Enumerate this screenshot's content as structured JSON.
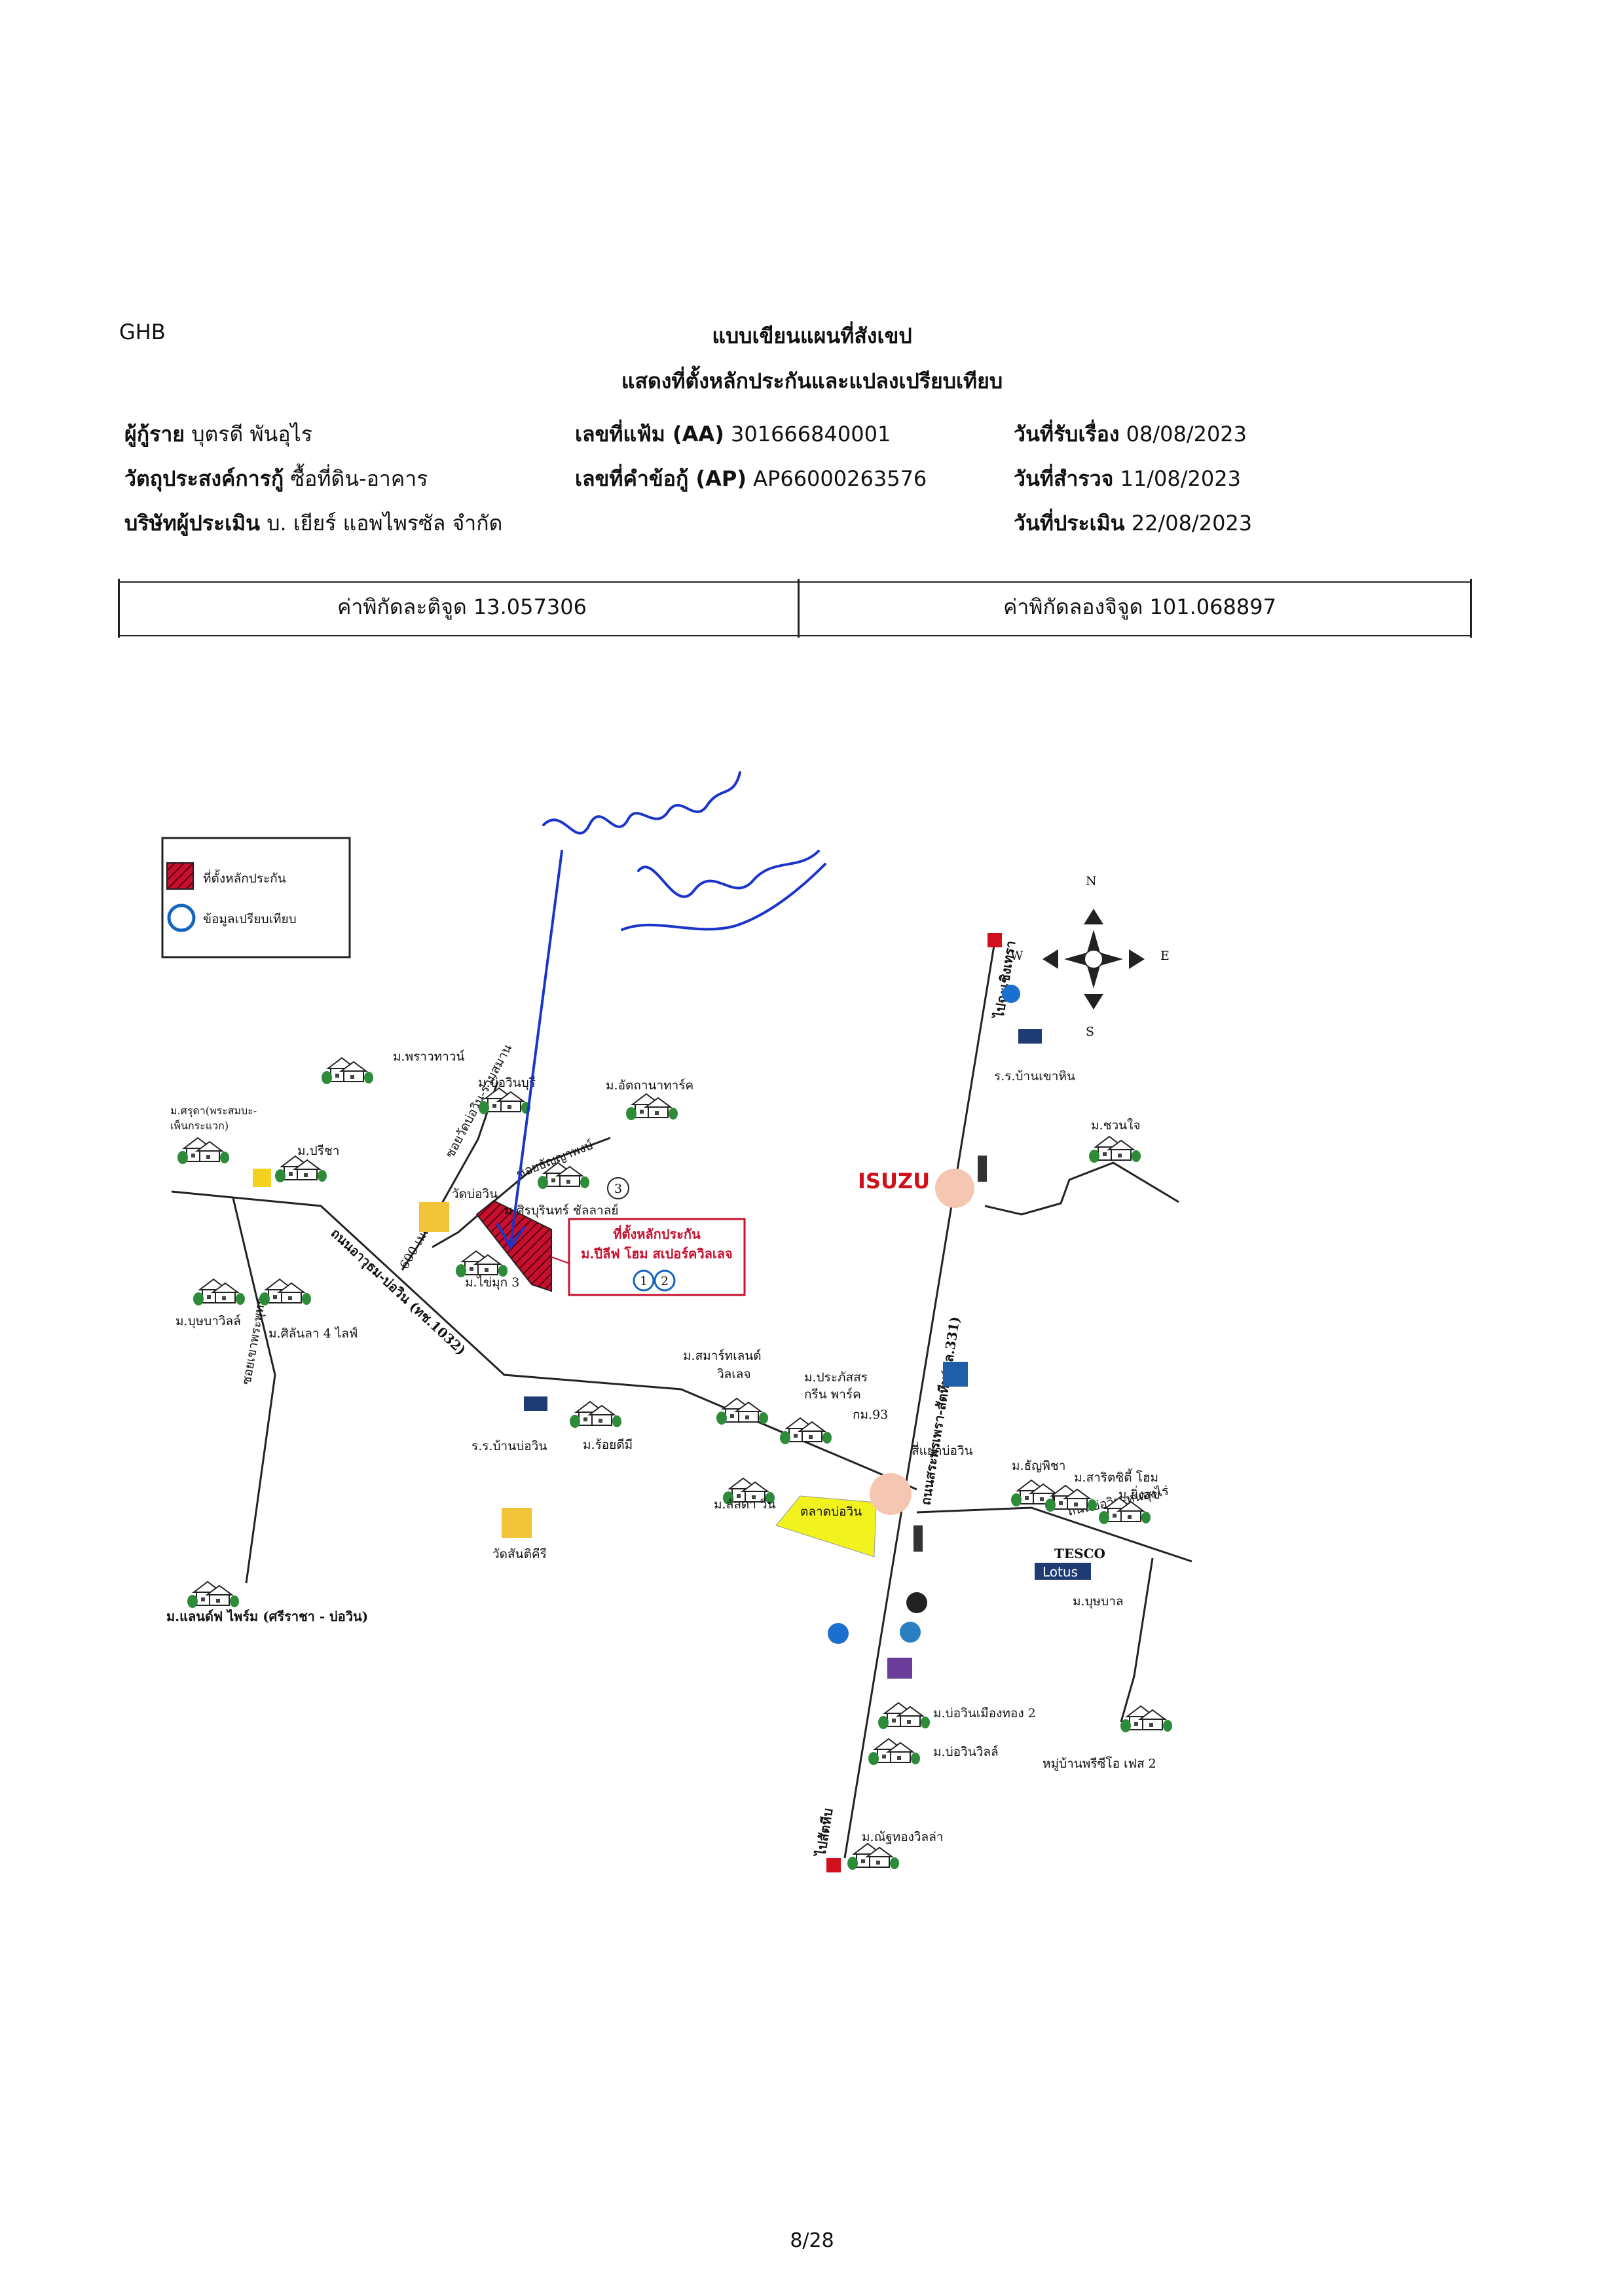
{
  "header": {
    "org": "GHB",
    "title_line1": "แบบเขียนแผนที่สังเขป",
    "title_line2": "แสดงที่ตั้งหลักประกันและแปลงเปรียบเทียบ"
  },
  "info": {
    "borrower_label": "ผู้กู้ราย",
    "borrower_value": "บุตรดี พันอุไร",
    "purpose_label": "วัตถุประสงค์การกู้",
    "purpose_value": "ซื้อที่ดิน-อาคาร",
    "company_label": "บริษัทผู้ประเมิน",
    "company_value": "บ. เยียร์ แอพไพรซัล จำกัด",
    "file_label": "เลขที่แฟ้ม (AA)",
    "file_value": "301666840001",
    "request_label": "เลขที่คำข้อกู้ (AP)",
    "request_value": "AP66000263576",
    "received_label": "วันที่รับเรื่อง",
    "received_value": "08/08/2023",
    "survey_label": "วันที่สำรวจ",
    "survey_value": "11/08/2023",
    "appraisal_label": "วันที่ประเมิน",
    "appraisal_value": "22/08/2023"
  },
  "coordinates": {
    "lat_label": "ค่าพิกัดละติจูด",
    "lat_value": "13.057306",
    "lng_label": "ค่าพิกัดลองจิจูด",
    "lng_value": "101.068897"
  },
  "legend": {
    "collateral": "ที่ตั้งหลักประกัน",
    "comparison": "ข้อมูลเปรียบเทียบ"
  },
  "compass": {
    "n": "N",
    "s": "S",
    "e": "E",
    "w": "W"
  },
  "collateral_box": {
    "line1": "ที่ตั้งหลักประกัน",
    "line2": "ม.ปีลีฟ โฮม สเปอร์ควิลเลจ",
    "markers": [
      "1",
      "2"
    ]
  },
  "marker3": "3",
  "roads": {
    "road1032": "ถนนอาวุธม-บ่อวิน (ทช.1032)",
    "road331": "ถนนสระพรเพรา-สัตหีบ(ทล.331)",
    "to_north": "ไปฉะเชิงเทรา",
    "to_south": "ไปสัตหีบ",
    "soi_top": "ซอยวัดบ่อวิน-ร่วมสมาน",
    "soi_dhan": "ซอยธัญญาพงษ์",
    "soi_west": "ซอยเขาพระพุทธ",
    "soi_east": "ถนนบ่อวิน-หนองไร่",
    "distance": "600 เมตร"
  },
  "places": {
    "m_prao": "ม.พราวทาวน์",
    "m_bowinburi": "ม.บ่อวินบุรี",
    "m_attalon": "ม.อัตถานาทาร์ค",
    "m_srivay": "ม.ศรุดา(พระสมบะ-",
    "m_srivay2": "เพ็นกระแวก)",
    "m_preeya": "ม.ปรีชา",
    "wat_bowin": "วัดบ่อวิน",
    "m_sriburin": "ม.ศิรบุรินทร์ ชัลลาลย์",
    "m_chaimuk": "ม.ไข่มุก 3",
    "m_boonyawilla": "ม.บุษบาวิลล์",
    "m_silanla": "ม.ศิลันลา 4 ไลฟ์",
    "m_smart": "ม.สมาร์ทเลนด์",
    "m_smart2": "วิลเลจ",
    "m_prakai": "ม.ประภัสสร",
    "m_prakai2": "กรีน พาร์ค",
    "km93": "กม.93",
    "sam_yaek": "สี่แยกบ่อวิน",
    "school_bowin": "ร.ร.บ้านบ่อวิน",
    "m_rueng": "ม.ร้อยดีมี",
    "m_lalla": "ม.ลัลดา วิน",
    "talad": "ตลาดบ่อวิน",
    "wat_santi": "วัดสันติคีรี",
    "m_land": "ม.แลนด์ฟ ไพร์ม (ศรีราชา - บ่อวิน)",
    "school_khao": "ร.ร.บ้านเขาหิน",
    "m_chuanchai": "ม.ชวนใจ",
    "m_thanyasa": "ม.ธัญพิชา",
    "m_saritsiti": "ม.สาริตซิตี้ โฮม",
    "m_yingsuk": "ม.ยิ่งสุข",
    "tesco": "TESCO",
    "lotus": "Lotus",
    "m_buchan": "ม.บุษบาล",
    "m_bowin_muang": "ม.บ่อวินเมืองทอง 2",
    "m_bowin_villa": "ม.บ่อวินวิลล์",
    "m_mooban": "หมู่บ้านพรีซีโอ เฟส 2",
    "m_natthong": "ม.ณัฐทองวิลล่า",
    "isuzu": "ISUZU"
  },
  "page_number": "8/28",
  "colors": {
    "collateral_red": "#c8102e",
    "comparison_blue": "#1565c0",
    "market_yellow": "#f2f21e",
    "signature_blue": "#1a35c9"
  }
}
